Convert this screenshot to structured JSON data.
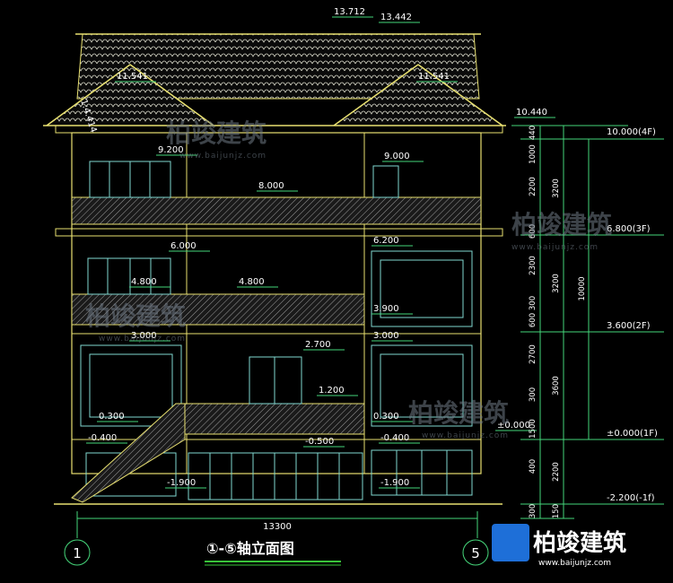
{
  "drawing": {
    "title": "①-⑤轴立面图",
    "axis_left": "1",
    "axis_right": "5",
    "overall_width": "13300"
  },
  "elevation_marks": [
    {
      "id": "ridge-a",
      "text": "13.712"
    },
    {
      "id": "ridge-b",
      "text": "13.442"
    },
    {
      "id": "gable-left",
      "text": "11.541"
    },
    {
      "id": "gable-right",
      "text": "11.541"
    },
    {
      "id": "eave-top",
      "text": "10.440"
    },
    {
      "id": "l-9200",
      "text": "9.200"
    },
    {
      "id": "r-9000",
      "text": "9.000"
    },
    {
      "id": "m-8000",
      "text": "8.000"
    },
    {
      "id": "l-6000",
      "text": "6.000"
    },
    {
      "id": "r-6200",
      "text": "6.200"
    },
    {
      "id": "l-4800",
      "text": "4.800"
    },
    {
      "id": "m-4800",
      "text": "4.800"
    },
    {
      "id": "r-3900",
      "text": "3.900"
    },
    {
      "id": "l-3000",
      "text": "3.000"
    },
    {
      "id": "m-2700",
      "text": "2.700"
    },
    {
      "id": "r-3000",
      "text": "3.000"
    },
    {
      "id": "m-1200",
      "text": "1.200"
    },
    {
      "id": "l-0300",
      "text": "0.300"
    },
    {
      "id": "r-0300",
      "text": "0.300"
    },
    {
      "id": "zero",
      "text": "±0.000"
    },
    {
      "id": "l-0400",
      "text": "-0.400"
    },
    {
      "id": "m-0500",
      "text": "-0.500"
    },
    {
      "id": "r-0400",
      "text": "-0.400"
    },
    {
      "id": "l-1900",
      "text": "-1.900"
    },
    {
      "id": "r-1900",
      "text": "-1.900"
    },
    {
      "id": "pitch",
      "text": "1:4.414"
    }
  ],
  "floor_levels": [
    {
      "id": "4f",
      "text": "10.000(4F)"
    },
    {
      "id": "3f",
      "text": "6.800(3F)"
    },
    {
      "id": "2f",
      "text": "3.600(2F)"
    },
    {
      "id": "1f",
      "text": "±0.000(1F)"
    },
    {
      "id": "b1",
      "text": "-2.200(-1f)"
    }
  ],
  "dim_inner": [
    "440",
    "1000",
    "2200",
    "600",
    "2300",
    "300",
    "600",
    "2700",
    "300",
    "1500",
    "400",
    "300"
  ],
  "dim_outer": [
    "3200",
    "3200",
    "3600",
    "2200",
    "150"
  ],
  "dim_total": "10000",
  "watermark": {
    "brand": "柏竣建筑",
    "url": "www.baijunjz.com"
  },
  "colors": {
    "background": "#000000",
    "outline": "#e8e070",
    "window": "#7fd7d0",
    "dimension": "#45d67a",
    "title_underline": "#39c43a"
  }
}
